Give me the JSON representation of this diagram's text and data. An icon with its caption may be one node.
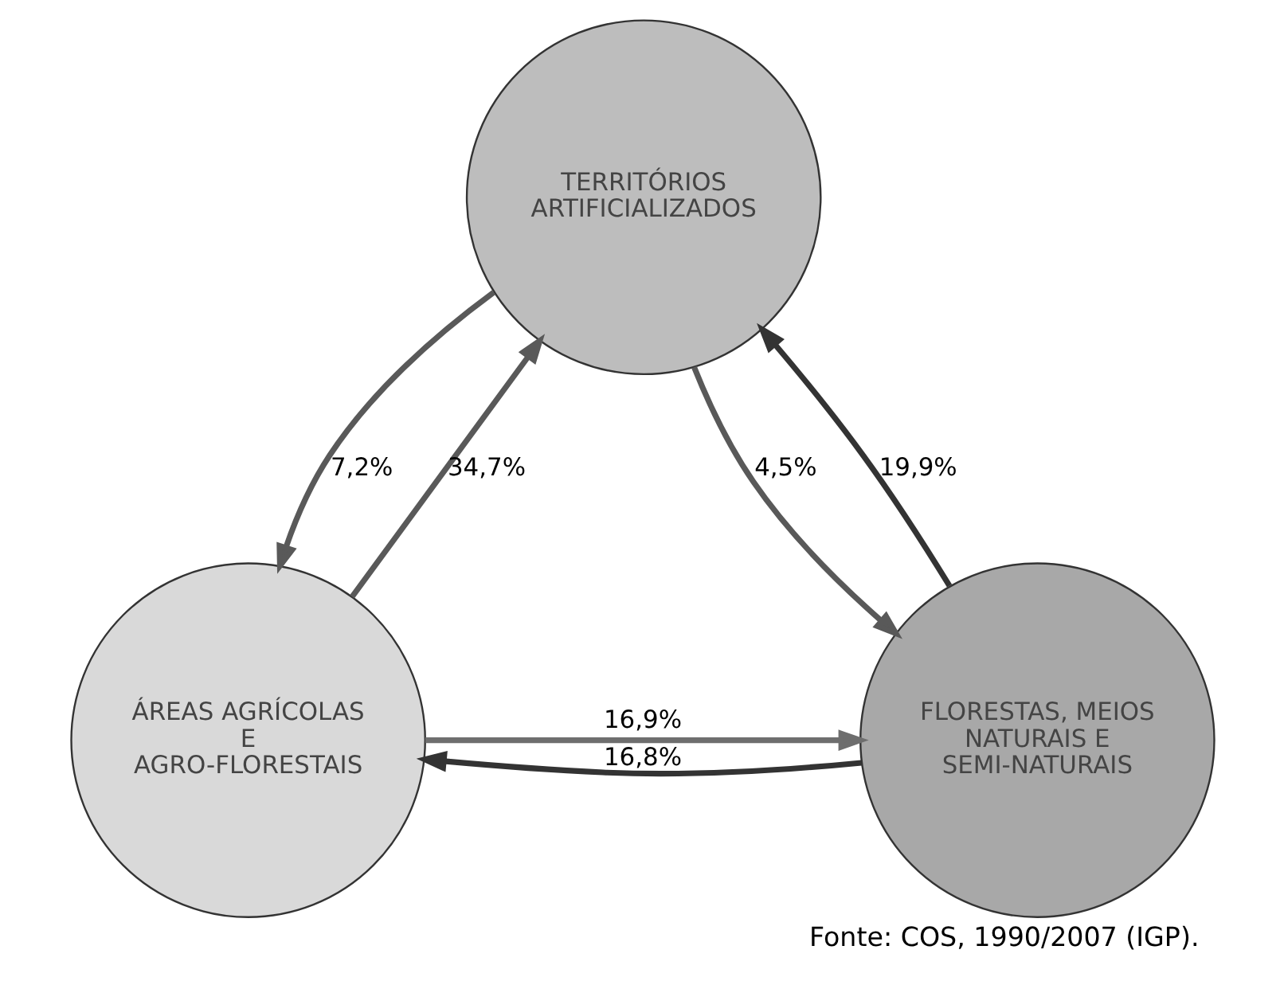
{
  "diagram": {
    "caption": "Fonte: COS, 1990/2007 (IGP).",
    "nodes": [
      {
        "text": [
          "TERRITÓRIOS ARTIFICIALIZADOS"
        ]
      },
      {
        "text": [
          "ÁREAS AGRÍCOLAS E AGRO-FLORESTAIS"
        ]
      },
      {
        "text": [
          "FLORESTAS, MEIOS NATURAIS E SEMI-NATURAIS"
        ]
      }
    ],
    "edges": [
      {
        "from": 1,
        "to": 0,
        "arrow": "to",
        "label": "34,7%"
      },
      {
        "from": 0,
        "to": 1,
        "arrow": "to",
        "label": "7,2%"
      },
      {
        "from": 0,
        "to": 2,
        "arrow": "to",
        "label": "4,5%"
      },
      {
        "from": 2,
        "to": 0,
        "arrow": "to",
        "label": "19,9%",
        "color": "#333333"
      },
      {
        "from": 1,
        "to": 2,
        "arrow": "to",
        "label": "16,9%",
        "color": "#6e6e6e"
      },
      {
        "from": 2,
        "to": 1,
        "arrow": "to",
        "label": "16,8%",
        "color": "#333333"
      }
    ]
  }
}
